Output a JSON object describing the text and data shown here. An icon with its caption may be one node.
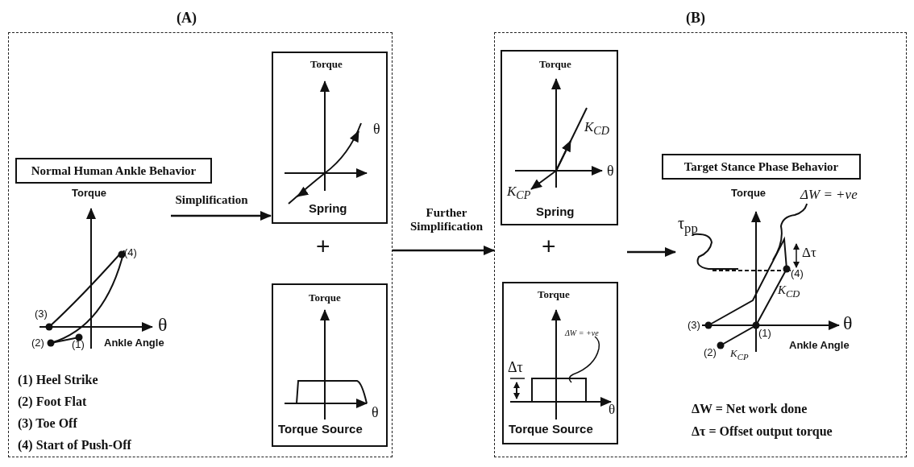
{
  "diagram": {
    "nodes": [
      {
        "text": [
          "(A)"
        ]
      },
      {
        "text": [
          "Normal Human Ankle Behavior"
        ],
        "in": 0
      },
      {
        "text": [
          "Torque",
          "(3)",
          "(4)",
          "θ",
          "(2)",
          "(1)",
          "Ankle Angle"
        ],
        "in": 0
      },
      {
        "text": [
          "Torque",
          "θ",
          "Spring"
        ],
        "in": 0
      },
      {
        "text": [
          "Torque",
          "θ",
          "Torque Source"
        ],
        "in": 0
      },
      {
        "text": [
          "(B)"
        ]
      },
      {
        "text": [
          "Torque",
          "K$_{CD}$",
          "θ",
          "K$_{CP}$",
          "Spring"
        ],
        "in": 5
      },
      {
        "text": [
          "Torque",
          "ΔW = +ve",
          "Δτ",
          "θ",
          "Torque Source"
        ],
        "in": 5
      },
      {
        "text": [
          "Target Stance Phase Behavior"
        ],
        "in": 5
      },
      {
        "text": [
          "Torque",
          "ΔW = +ve",
          "τ$_{pp}$",
          "Δτ",
          "(4)",
          "K$_{CD}$",
          "(3)",
          "θ",
          "(1)",
          "Ankle Angle",
          "(2)",
          "K$_{CP}$"
        ],
        "in": 5
      }
    ],
    "edges": [
      {
        "from": 2,
        "to": 3,
        "arrow": "to",
        "label": "Simplification"
      },
      {
        "from": 0,
        "to": 5,
        "arrow": "to",
        "label": "Further Simplification"
      },
      {
        "from": null,
        "to": 9,
        "arrow": "to"
      }
    ],
    "labels": [
      "+",
      "(1) Heel Strike",
      "(2) Foot Flat",
      "(3) Toe Off",
      "(4) Start of Push-Off",
      "+",
      "ΔW = Net work done",
      "Δτ = Offset output torque"
    ]
  }
}
